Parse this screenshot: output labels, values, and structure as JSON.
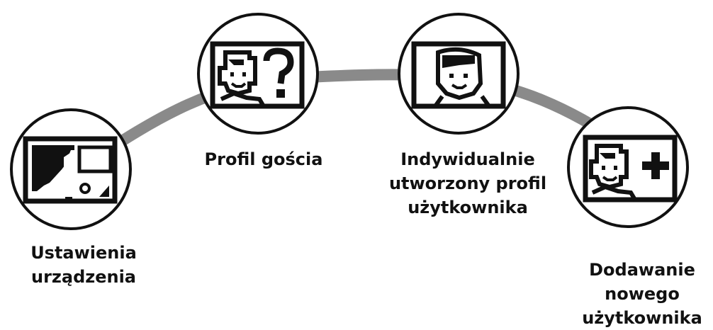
{
  "colors": {
    "connector": "#8a8a8a",
    "ink": "#111111",
    "background": "#ffffff"
  },
  "nodes": [
    {
      "id": "device-settings",
      "icon": "wrench-settings-icon",
      "label_lines": [
        "Ustawienia",
        "urządzenia"
      ]
    },
    {
      "id": "guest-profile",
      "icon": "guest-face-question-icon",
      "label_lines": [
        "Profil gościa"
      ]
    },
    {
      "id": "individual-profile",
      "icon": "user-face-icon",
      "label_lines": [
        "Indywidualnie",
        "utworzony profil",
        "użytkownika"
      ]
    },
    {
      "id": "add-user",
      "icon": "add-user-plus-icon",
      "label_lines": [
        "Dodawanie",
        "nowego",
        "użytkownika"
      ]
    }
  ]
}
